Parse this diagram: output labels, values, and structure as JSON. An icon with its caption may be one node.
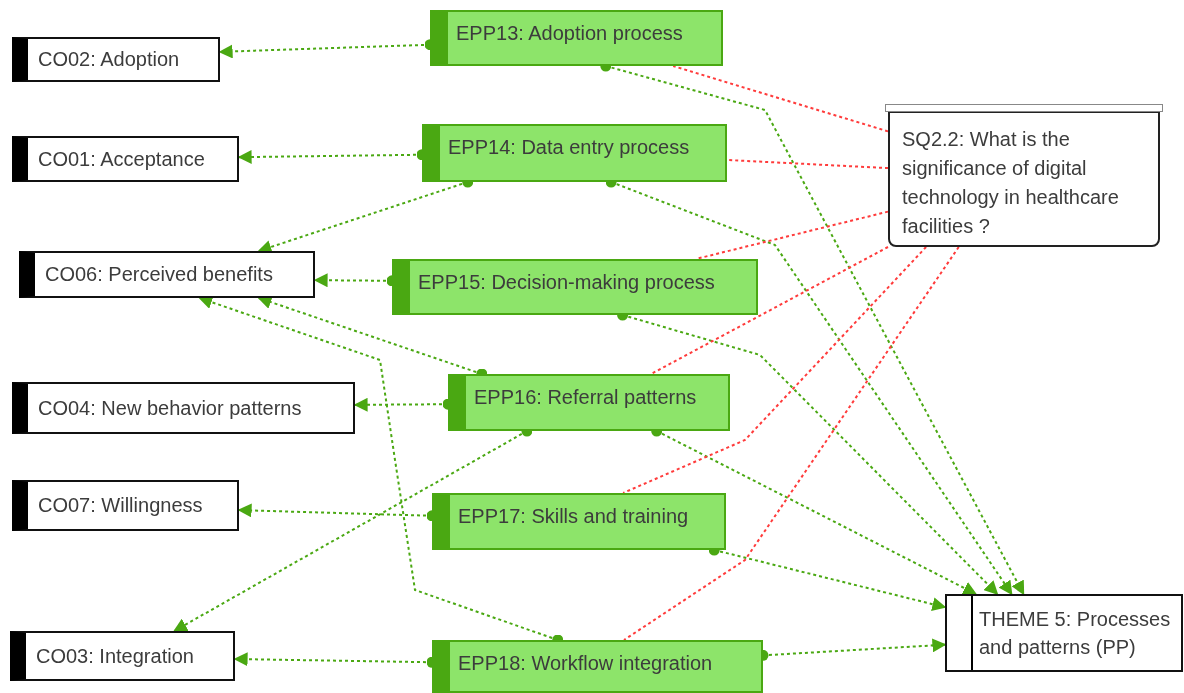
{
  "diagram": {
    "nodes": [
      {
        "text": [
          "CO02: Adoption"
        ]
      },
      {
        "text": [
          "EPP13: Adoption process"
        ]
      },
      {
        "text": [
          "CO01: Acceptance"
        ]
      },
      {
        "text": [
          "EPP14: Data entry process"
        ]
      },
      {
        "text": [
          "SQ2.2: What is the significance of digital technology in healthcare facilities ?"
        ]
      },
      {
        "text": [
          "CO06: Perceived benefits"
        ]
      },
      {
        "text": [
          "EPP15: Decision-making process"
        ]
      },
      {
        "text": [
          "CO04: New behavior patterns"
        ]
      },
      {
        "text": [
          "EPP16: Referral patterns"
        ]
      },
      {
        "text": [
          "CO07: Willingness"
        ]
      },
      {
        "text": [
          "EPP17: Skills and training"
        ]
      },
      {
        "text": [
          "CO03: Integration"
        ]
      },
      {
        "text": [
          "EPP18: Workflow integration"
        ]
      },
      {
        "text": [
          "THEME 5: Processes and patterns (PP)"
        ]
      }
    ],
    "edges": [
      {
        "from": 1,
        "to": 0,
        "arrow": "to"
      },
      {
        "from": 3,
        "to": 2,
        "arrow": "to"
      },
      {
        "from": 3,
        "to": 5,
        "arrow": "to"
      },
      {
        "from": 6,
        "to": 5,
        "arrow": "to"
      },
      {
        "from": 8,
        "to": 5,
        "arrow": "to"
      },
      {
        "from": 12,
        "to": 5,
        "arrow": "to"
      },
      {
        "from": 8,
        "to": 7,
        "arrow": "to"
      },
      {
        "from": 10,
        "to": 9,
        "arrow": "to"
      },
      {
        "from": 8,
        "to": 11,
        "arrow": "to"
      },
      {
        "from": 12,
        "to": 11,
        "arrow": "to"
      },
      {
        "from": 1,
        "to": 13,
        "arrow": "to"
      },
      {
        "from": 3,
        "to": 13,
        "arrow": "to"
      },
      {
        "from": 6,
        "to": 13,
        "arrow": "to"
      },
      {
        "from": 8,
        "to": 13,
        "arrow": "to"
      },
      {
        "from": 10,
        "to": 13,
        "arrow": "to"
      },
      {
        "from": 12,
        "to": 13,
        "arrow": "to"
      },
      {
        "from": 4,
        "to": 1,
        "arrow": "none",
        "color": "#ff3b3b"
      },
      {
        "from": 4,
        "to": 3,
        "arrow": "none",
        "color": "#ff3b3b"
      },
      {
        "from": 4,
        "to": 6,
        "arrow": "none",
        "color": "#ff3b3b"
      },
      {
        "from": 4,
        "to": 8,
        "arrow": "none",
        "color": "#ff3b3b"
      },
      {
        "from": 4,
        "to": 10,
        "arrow": "none",
        "color": "#ff3b3b"
      },
      {
        "from": 4,
        "to": 12,
        "arrow": "none",
        "color": "#ff3b3b"
      }
    ]
  }
}
